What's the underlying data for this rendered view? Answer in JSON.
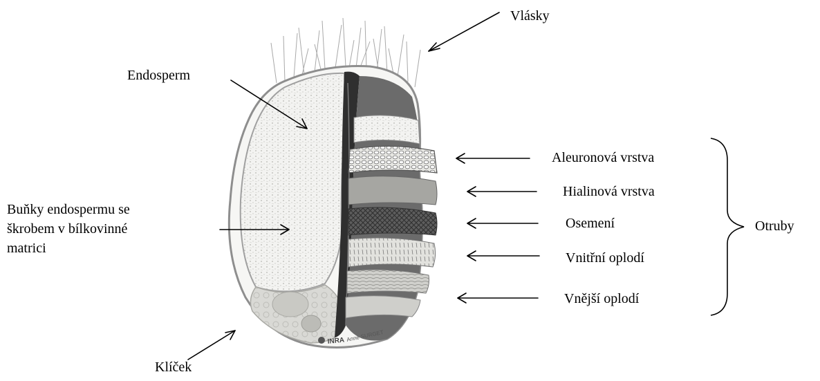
{
  "labels": {
    "vlasky": "Vlásky",
    "endosperm": "Endosperm",
    "bunky_line1": "Buňky endospermu se",
    "bunky_line2": "škrobem v bílkovinné",
    "bunky_line3": "matrici",
    "aleuronova": "Aleuronová vrstva",
    "hialinova": "Hialinová vrstva",
    "osemeni": "Osemení",
    "vnitrni": "Vnitřní oplodí",
    "vnejsi": "Vnější oplodí",
    "otruby": "Otruby",
    "klicek": "Klíček"
  },
  "logo": {
    "inra": "INRA",
    "author": "Anne SURGET"
  }
}
